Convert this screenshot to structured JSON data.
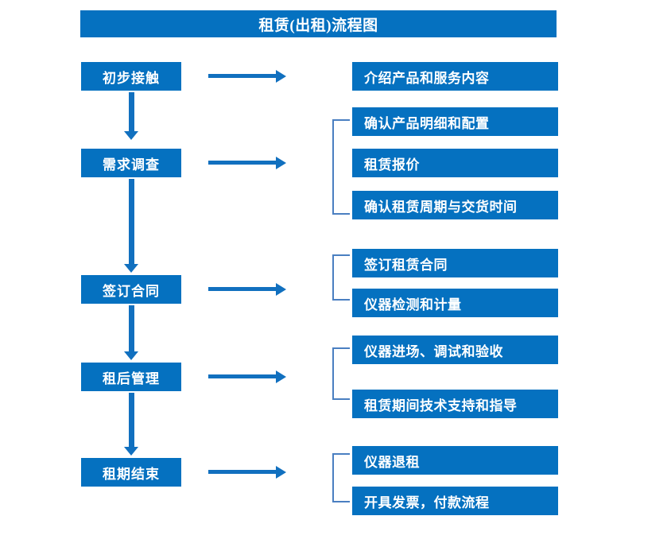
{
  "chart": {
    "title": "租赁(出租)流程图",
    "accent_color": "#0571c0",
    "arrow_color": "#1170bf",
    "bracket_color": "#4a7fc1"
  },
  "stages": [
    {
      "label": "初步接触"
    },
    {
      "label": "需求调查"
    },
    {
      "label": "签订合同"
    },
    {
      "label": "租后管理"
    },
    {
      "label": "租期结束"
    }
  ],
  "details": [
    {
      "label": "介绍产品和服务内容"
    },
    {
      "label": "确认产品明细和配置"
    },
    {
      "label": "租赁报价"
    },
    {
      "label": "确认租赁周期与交货时间"
    },
    {
      "label": "签订租赁合同"
    },
    {
      "label": "仪器检测和计量"
    },
    {
      "label": "仪器进场、调试和验收"
    },
    {
      "label": "租赁期间技术支持和指导"
    },
    {
      "label": "仪器退租"
    },
    {
      "label": "开具发票，付款流程"
    }
  ]
}
